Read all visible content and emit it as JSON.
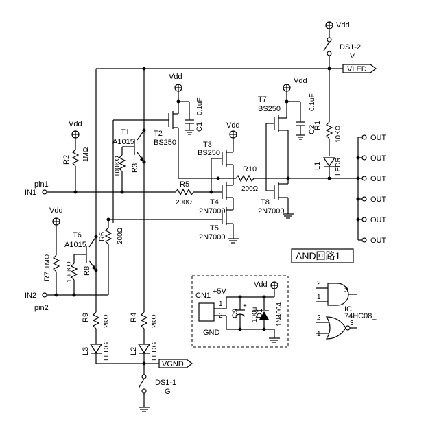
{
  "power": {
    "vdd": "Vdd",
    "vled": "VLED",
    "vgnd": "VGND",
    "plus5": "+5V",
    "gnd": "GND"
  },
  "switches": {
    "ds1_2": "DS1-2",
    "ds1_2_sub": "V",
    "ds1_1": "DS1-1",
    "ds1_1_sub": "G"
  },
  "pins": {
    "in1": "IN1",
    "pin1": "pin1",
    "in2": "IN2",
    "pin2": "pin2"
  },
  "resistors": {
    "r1": "R1",
    "r1_val": "10KΩ",
    "r2": "R2",
    "r2_val": "1MΩ",
    "r3": "R3",
    "r3_val": "100KΩ",
    "r4": "R4",
    "r4_val": "2KΩ",
    "r5": "R5",
    "r5_val": "200Ω",
    "r6": "R6",
    "r6_val": "200Ω",
    "r7": "R7",
    "r7_val": "1MΩ",
    "r8": "R8",
    "r8_val": "100KΩ",
    "r9": "R9",
    "r9_val": "2KΩ",
    "r10": "R10",
    "r10_val": "200Ω"
  },
  "transistors": {
    "t1": "T1",
    "t1_type": "A1015",
    "t2": "T2",
    "t2_type": "BS250",
    "t3": "T3",
    "t3_type": "BS250",
    "t4": "T4",
    "t4_type": "2N7000",
    "t5": "T5",
    "t5_type": "2N7000",
    "t6": "T6",
    "t6_type": "A1015",
    "t7": "T7",
    "t7_type": "BS250",
    "t8": "T8",
    "t8_type": "2N7000"
  },
  "capacitors": {
    "c1": "C1",
    "c1_val": "0.1uF",
    "c2": "C2",
    "c2_val": "0.1uF",
    "c9": "C9",
    "c9_val": "100μ"
  },
  "leds": {
    "l1": "L1",
    "l1_type": "LEDR",
    "l2": "L2",
    "l2_type": "LEDG",
    "l3": "L3",
    "l3_type": "LEDG"
  },
  "diode": {
    "d1": "D1",
    "d1_type": "1N4004"
  },
  "connector": {
    "cn1": "CN1",
    "pin1": "1",
    "pin2": "2"
  },
  "outputs": [
    "OUT",
    "OUT",
    "OUT",
    "OUT",
    "OUT",
    "OUT"
  ],
  "title": "AND回路1",
  "ic": {
    "label": "IC",
    "part": "74HC08_",
    "pin_in_a": "2",
    "pin_in_b": "1",
    "pin_out": "3"
  }
}
